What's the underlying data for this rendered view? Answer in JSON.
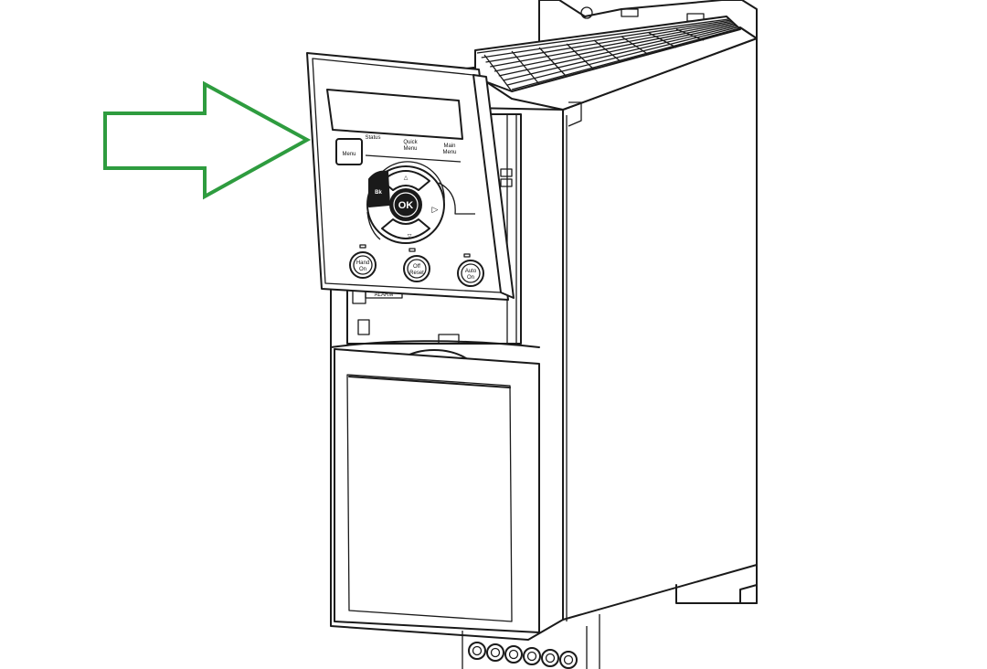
{
  "arrow": {
    "color": "#2e9c3f"
  },
  "panel": {
    "labels": {
      "status": "Status",
      "quick_menu_1": "Quick",
      "quick_menu_2": "Menu",
      "main_menu_1": "Main",
      "main_menu_2": "Menu"
    },
    "buttons": {
      "menu": "Menu",
      "ok": "OK",
      "hand_on_1": "Hand",
      "hand_on_2": "On",
      "off_reset_1": "Off",
      "off_reset_2": "Reset",
      "auto_on_1": "Auto",
      "auto_on_2": "On"
    }
  },
  "drive": {
    "alarm_label": "ALARM"
  }
}
